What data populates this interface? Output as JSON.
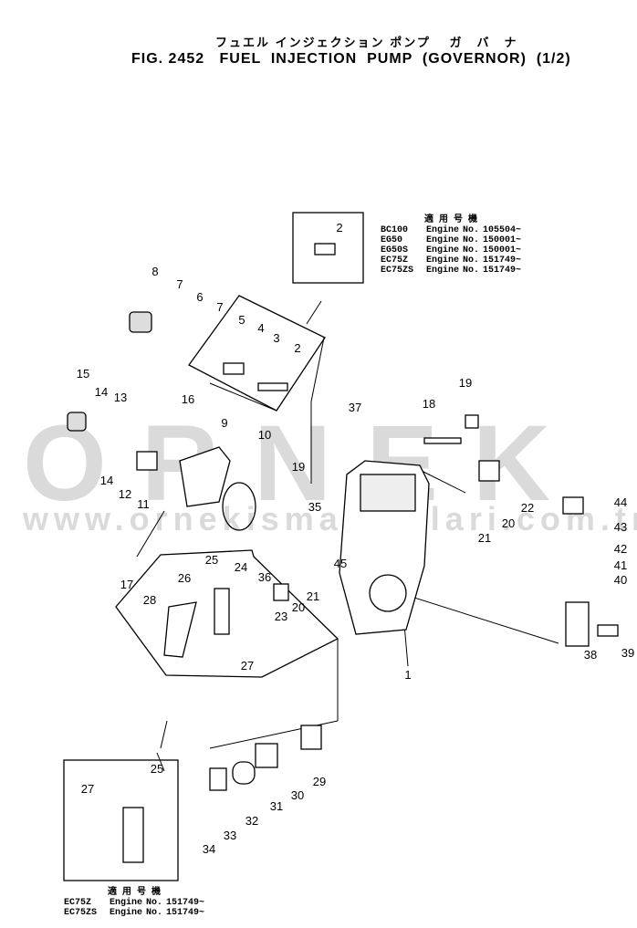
{
  "header": {
    "title_jp": "フュエル インジェクション ポンプ　 ガ　バ　ナ",
    "title": "FIG. 2452   FUEL  INJECTION  PUMP  (GOVERNOR)  (1/2)"
  },
  "watermark": {
    "logo": "ORNEK",
    "url": "www.ornekismakinalari.com.tr"
  },
  "applicability_top": {
    "heading": "適 用 号 機",
    "rows": [
      {
        "model": "BC100",
        "engine": "Engine",
        "no": "No.",
        "serial": "105504~"
      },
      {
        "model": "EG50",
        "engine": "Engine",
        "no": "No.",
        "serial": "150001~"
      },
      {
        "model": "EG50S",
        "engine": "Engine",
        "no": "No.",
        "serial": "150001~"
      },
      {
        "model": "EC75Z",
        "engine": "Engine",
        "no": "No.",
        "serial": "151749~"
      },
      {
        "model": "EC75ZS",
        "engine": "Engine",
        "no": "No.",
        "serial": "151749~"
      }
    ]
  },
  "applicability_bottom": {
    "heading": "適 用 号 機",
    "rows": [
      {
        "model": "EC75Z",
        "engine": "Engine",
        "no": "No.",
        "serial": "151749~"
      },
      {
        "model": "EC75ZS",
        "engine": "Engine",
        "no": "No.",
        "serial": "151749~"
      }
    ]
  },
  "part_labels": [
    "1",
    "2",
    "2",
    "3",
    "4",
    "5",
    "6",
    "7",
    "7",
    "8",
    "9",
    "10",
    "11",
    "12",
    "13",
    "14",
    "14",
    "15",
    "16",
    "17",
    "18",
    "19",
    "19",
    "20",
    "20",
    "21",
    "21",
    "22",
    "23",
    "24",
    "25",
    "25",
    "26",
    "27",
    "27",
    "28",
    "29",
    "30",
    "31",
    "32",
    "33",
    "34",
    "35",
    "36",
    "37",
    "38",
    "39",
    "40",
    "41",
    "42",
    "43",
    "44",
    "45"
  ]
}
